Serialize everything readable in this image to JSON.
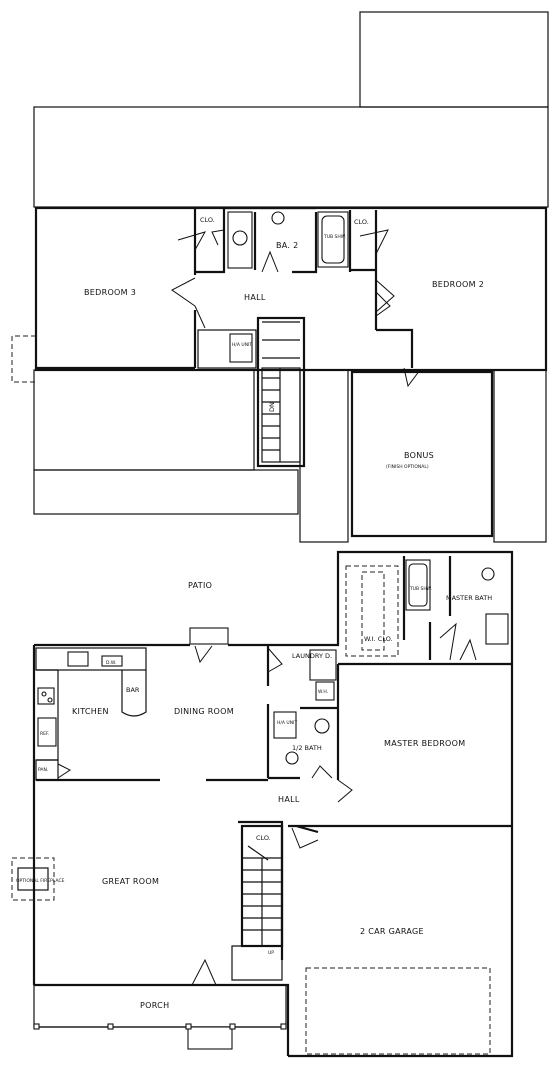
{
  "upper_floor": {
    "bedroom3": "BEDROOM 3",
    "bedroom2": "BEDROOM 2",
    "hall": "HALL",
    "bath2": "BA. 2",
    "closet_left": "CLO.",
    "closet_right": "CLO.",
    "tub_shower": "TUB SHW.",
    "ha_unit": "H/A UNIT",
    "stairs_dn": "DN",
    "bonus": "BONUS",
    "bonus_note": "(FINISH OPTIONAL)"
  },
  "lower_floor": {
    "patio": "PATIO",
    "kitchen": "KITCHEN",
    "dw": "D.W.",
    "bar": "BAR",
    "ref": "REF.",
    "pan": "PAN.",
    "dining_room": "DINING ROOM",
    "laundry": "LAUNDRY D.",
    "ha_unit": "H/A UNIT",
    "half_bath": "1/2 BATH",
    "wh": "W.H.",
    "master_bedroom": "MASTER BEDROOM",
    "wi_closet": "W.I. CLO.",
    "master_bath": "MASTER BATH",
    "tub_shower": "TUB SHW.",
    "hall": "HALL",
    "closet": "CLO.",
    "great_room": "GREAT ROOM",
    "optional_fireplace": "OPTIONAL FIREPLACE",
    "stairs_up": "UP",
    "garage": "2 CAR GARAGE",
    "porch": "PORCH"
  }
}
